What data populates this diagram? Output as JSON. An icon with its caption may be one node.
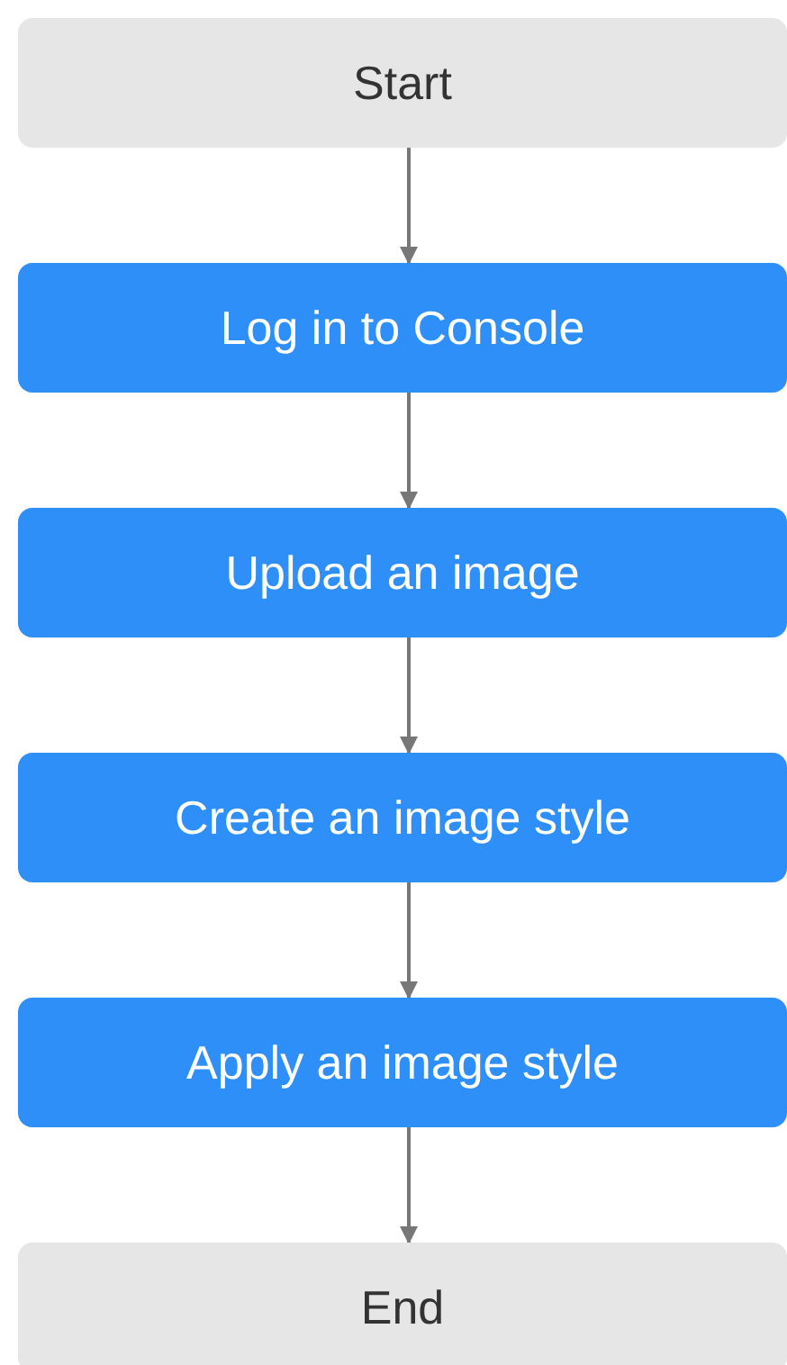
{
  "diagram": {
    "nodes": [
      {
        "text": [
          "Start"
        ]
      },
      {
        "text": [
          "Log in to Console"
        ]
      },
      {
        "text": [
          "Upload an image"
        ]
      },
      {
        "text": [
          "Create an image style"
        ]
      },
      {
        "text": [
          "Apply an image style"
        ]
      },
      {
        "text": [
          "End"
        ]
      }
    ],
    "edges": [
      {
        "from": 0,
        "to": 1,
        "arrow": "to"
      },
      {
        "from": 1,
        "to": 2,
        "arrow": "to"
      },
      {
        "from": 2,
        "to": 3,
        "arrow": "to"
      },
      {
        "from": 3,
        "to": 4,
        "arrow": "to"
      },
      {
        "from": 4,
        "to": 5,
        "arrow": "to"
      }
    ]
  }
}
